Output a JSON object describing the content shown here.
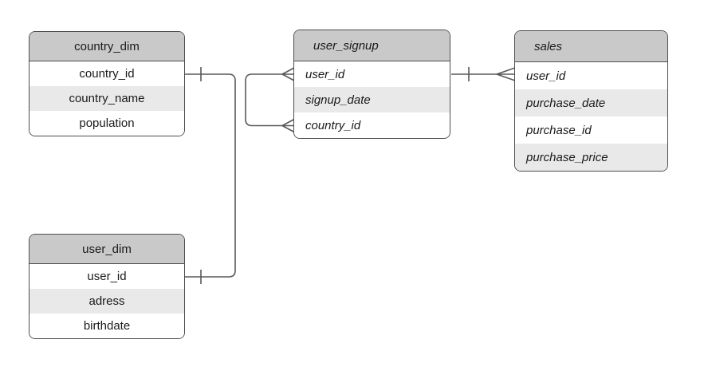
{
  "diagram": {
    "type": "entity-relationship",
    "background": "#ffffff",
    "colors": {
      "header_fill": "#c9c9c9",
      "row_fill": "#ffffff",
      "row_alt_fill": "#e9e9e9",
      "border": "#4d4d4d",
      "connector": "#595959",
      "text": "#1a1a1a"
    },
    "entities": [
      {
        "title": "country_dim",
        "fields": [
          "country_id",
          "country_name",
          "population"
        ],
        "text_style": "plain-centered"
      },
      {
        "title": "user_dim",
        "fields": [
          "user_id",
          "adress",
          "birthdate"
        ],
        "text_style": "plain-centered"
      },
      {
        "title": "user_signup",
        "fields": [
          "user_id",
          "signup_date",
          "country_id"
        ],
        "text_style": "italic-left"
      },
      {
        "title": "sales",
        "fields": [
          "user_id",
          "purchase_date",
          "purchase_id",
          "purchase_price"
        ],
        "text_style": "italic-left"
      }
    ],
    "relationships": [
      {
        "from": "country_dim.country_id",
        "to": "user_signup.country_id",
        "from_cardinality": "one",
        "to_cardinality": "many"
      },
      {
        "from": "user_dim.user_id",
        "to": "user_signup.user_id",
        "from_cardinality": "one",
        "to_cardinality": "many"
      },
      {
        "from": "user_signup.user_id",
        "to": "sales.user_id",
        "from_cardinality": "one",
        "to_cardinality": "many"
      }
    ]
  }
}
